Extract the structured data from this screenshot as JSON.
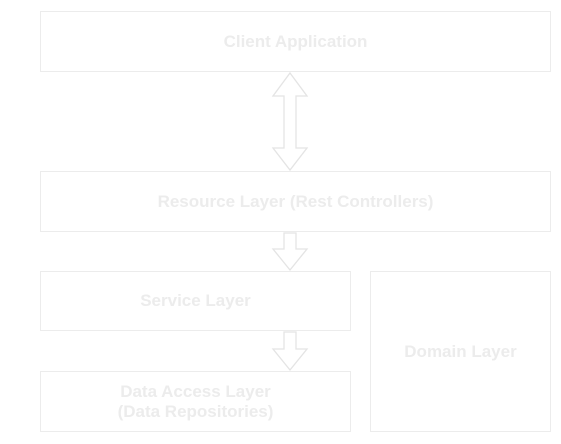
{
  "diagram": {
    "client": {
      "label": "Client Application"
    },
    "resource": {
      "label": "Resource Layer (Rest Controllers)"
    },
    "service": {
      "label": "Service Layer"
    },
    "data_access": {
      "line1": "Data Access Layer",
      "line2": "(Data Repositories)"
    },
    "domain": {
      "label": "Domain Layer"
    },
    "connections": [
      {
        "from": "client",
        "to": "resource",
        "type": "bidirectional"
      },
      {
        "from": "resource",
        "to": "service",
        "type": "down"
      },
      {
        "from": "service",
        "to": "data_access",
        "type": "down"
      }
    ],
    "colors": {
      "border": "#ececec",
      "text": "#ececec",
      "background": "#ffffff"
    }
  }
}
